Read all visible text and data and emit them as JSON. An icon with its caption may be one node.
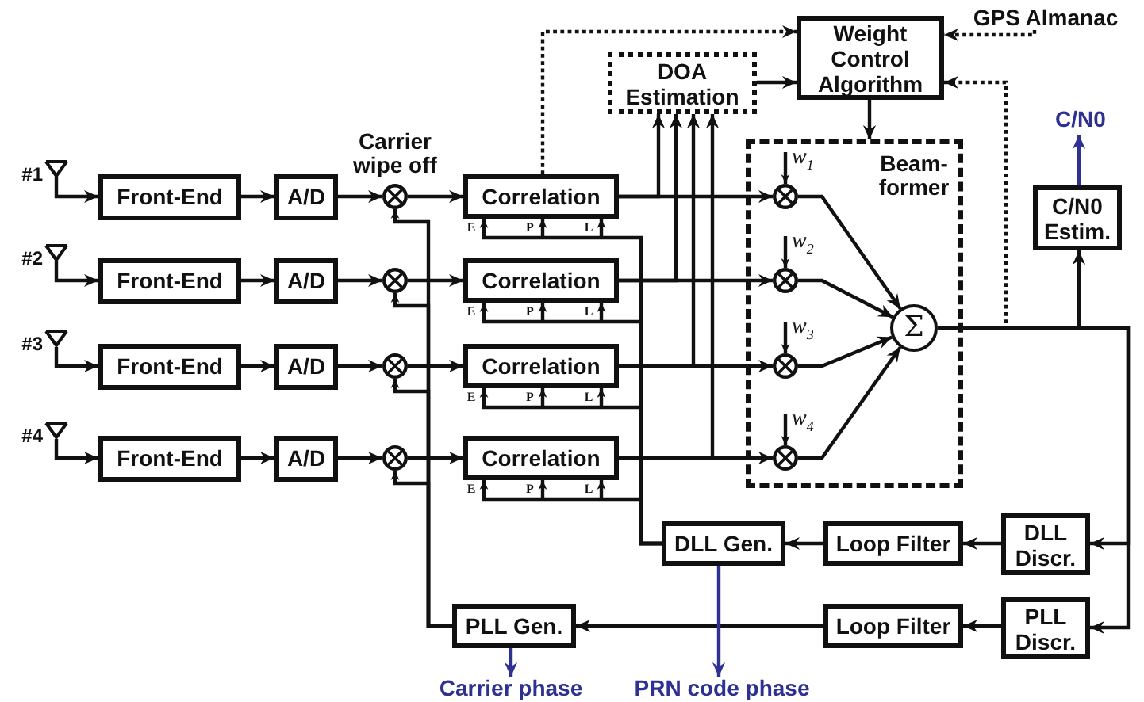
{
  "diagram": {
    "nodes": [
      {
        "text": [
          "Weight Control Algorithm"
        ]
      },
      {
        "text": [
          "GPS Almanac"
        ]
      },
      {
        "text": [
          "DOA Estimation"
        ]
      },
      {
        "text": [
          "C/N0"
        ]
      },
      {
        "text": [
          "Beam- former"
        ]
      },
      {
        "text": [],
        "shape": "antenna",
        "beside": [
          "#1"
        ]
      },
      {
        "text": [
          "Front-End"
        ]
      },
      {
        "text": [
          "A/D"
        ]
      },
      {
        "text": [],
        "shape": "circle"
      },
      {
        "text": [
          "Correlation"
        ],
        "beside": [
          "E",
          "P",
          "L"
        ]
      },
      {
        "text": [],
        "shape": "circle",
        "in": 4
      },
      {
        "text": [
          "C/N0 Estim."
        ]
      },
      {
        "text": [],
        "shape": "antenna",
        "beside": [
          "#2"
        ]
      },
      {
        "text": [
          "Front-End"
        ]
      },
      {
        "text": [
          "A/D"
        ]
      },
      {
        "text": [],
        "shape": "circle"
      },
      {
        "text": [
          "Correlation"
        ],
        "beside": [
          "E",
          "P",
          "L"
        ]
      },
      {
        "text": [],
        "shape": "circle",
        "in": 4
      },
      {
        "text": [
          "Σ"
        ],
        "in": 4
      },
      {
        "text": [],
        "shape": "antenna",
        "beside": [
          "#3"
        ]
      },
      {
        "text": [
          "Front-End"
        ]
      },
      {
        "text": [
          "A/D"
        ]
      },
      {
        "text": [],
        "shape": "circle"
      },
      {
        "text": [
          "Correlation"
        ],
        "beside": [
          "E",
          "P",
          "L"
        ]
      },
      {
        "text": [],
        "shape": "circle",
        "in": 4
      },
      {
        "text": [],
        "shape": "antenna",
        "beside": [
          "#4"
        ]
      },
      {
        "text": [
          "Front-End"
        ]
      },
      {
        "text": [
          "A/D"
        ]
      },
      {
        "text": [],
        "shape": "circle"
      },
      {
        "text": [
          "Correlation"
        ],
        "beside": [
          "E",
          "P",
          "L"
        ]
      },
      {
        "text": [],
        "shape": "circle",
        "in": 4
      },
      {
        "text": [
          "DLL Gen."
        ]
      },
      {
        "text": [
          "Loop Filter"
        ]
      },
      {
        "text": [
          "DLL Discr."
        ]
      },
      {
        "text": [
          "PLL Gen."
        ]
      },
      {
        "text": [
          "Loop Filter"
        ]
      },
      {
        "text": [
          "PLL Discr."
        ]
      },
      {
        "text": [
          "Carrier phase"
        ]
      },
      {
        "text": [
          "PRN code phase"
        ]
      }
    ],
    "edges": [
      {
        "from": 1,
        "to": 0,
        "arrow": "to",
        "style": "dashed"
      },
      {
        "from": 9,
        "to": 0,
        "arrow": "to",
        "style": "dashed"
      },
      {
        "from": 2,
        "to": 0,
        "arrow": "to"
      },
      {
        "from": 18,
        "to": 0,
        "arrow": "to",
        "style": "dashed"
      },
      {
        "from": 0,
        "to": 4,
        "arrow": "to"
      },
      {
        "from": 11,
        "to": 3,
        "arrow": "to",
        "color": "#2e3192"
      },
      {
        "from": 5,
        "to": 6,
        "arrow": "to"
      },
      {
        "from": 6,
        "to": 7,
        "arrow": "to"
      },
      {
        "from": 7,
        "to": 8,
        "arrow": "to"
      },
      {
        "from": 8,
        "to": 9,
        "arrow": "to"
      },
      {
        "from": 9,
        "to": 10,
        "arrow": "to"
      },
      {
        "from": 10,
        "to": 18,
        "arrow": "to"
      },
      {
        "from": 9,
        "to": 2,
        "arrow": "to"
      },
      {
        "from": null,
        "to": 10,
        "arrow": "to",
        "label": "w$_{1}$"
      },
      {
        "from": 12,
        "to": 13,
        "arrow": "to"
      },
      {
        "from": 13,
        "to": 14,
        "arrow": "to"
      },
      {
        "from": 14,
        "to": 15,
        "arrow": "to"
      },
      {
        "from": 15,
        "to": 16,
        "arrow": "to"
      },
      {
        "from": 16,
        "to": 17,
        "arrow": "to"
      },
      {
        "from": 17,
        "to": 18,
        "arrow": "to"
      },
      {
        "from": 16,
        "to": 2,
        "arrow": "to"
      },
      {
        "from": null,
        "to": 17,
        "arrow": "to",
        "label": "w$_{2}$"
      },
      {
        "from": 19,
        "to": 20,
        "arrow": "to"
      },
      {
        "from": 20,
        "to": 21,
        "arrow": "to"
      },
      {
        "from": 21,
        "to": 22,
        "arrow": "to"
      },
      {
        "from": 22,
        "to": 23,
        "arrow": "to"
      },
      {
        "from": 23,
        "to": 24,
        "arrow": "to"
      },
      {
        "from": 24,
        "to": 18,
        "arrow": "to"
      },
      {
        "from": 23,
        "to": 2,
        "arrow": "to"
      },
      {
        "from": null,
        "to": 24,
        "arrow": "to",
        "label": "w$_{3}$"
      },
      {
        "from": 25,
        "to": 26,
        "arrow": "to"
      },
      {
        "from": 26,
        "to": 27,
        "arrow": "to"
      },
      {
        "from": 27,
        "to": 28,
        "arrow": "to"
      },
      {
        "from": 28,
        "to": 29,
        "arrow": "to"
      },
      {
        "from": 29,
        "to": 30,
        "arrow": "to"
      },
      {
        "from": 30,
        "to": 18,
        "arrow": "to"
      },
      {
        "from": 29,
        "to": 2,
        "arrow": "to"
      },
      {
        "from": null,
        "to": 30,
        "arrow": "to",
        "label": "w$_{4}$"
      },
      {
        "from": 18,
        "to": 11,
        "arrow": "to"
      },
      {
        "from": 18,
        "to": 33,
        "arrow": "to"
      },
      {
        "from": 18,
        "to": 36,
        "arrow": "to"
      },
      {
        "from": 33,
        "to": 32,
        "arrow": "to"
      },
      {
        "from": 32,
        "to": 31,
        "arrow": "to"
      },
      {
        "from": 36,
        "to": 35,
        "arrow": "to"
      },
      {
        "from": 35,
        "to": 34,
        "arrow": "to"
      },
      {
        "from": 31,
        "to": 9,
        "arrow": "to"
      },
      {
        "from": 31,
        "to": 16,
        "arrow": "to"
      },
      {
        "from": 31,
        "to": 23,
        "arrow": "to"
      },
      {
        "from": 31,
        "to": 29,
        "arrow": "to"
      },
      {
        "from": 34,
        "to": 8,
        "arrow": "to"
      },
      {
        "from": 34,
        "to": 15,
        "arrow": "to"
      },
      {
        "from": 34,
        "to": 22,
        "arrow": "to"
      },
      {
        "from": 34,
        "to": 28,
        "arrow": "to"
      },
      {
        "from": 34,
        "to": 37,
        "arrow": "to",
        "color": "#2e3192"
      },
      {
        "from": 31,
        "to": 38,
        "arrow": "to",
        "color": "#2e3192"
      }
    ],
    "labels": [
      "Carrier wipe off"
    ]
  }
}
